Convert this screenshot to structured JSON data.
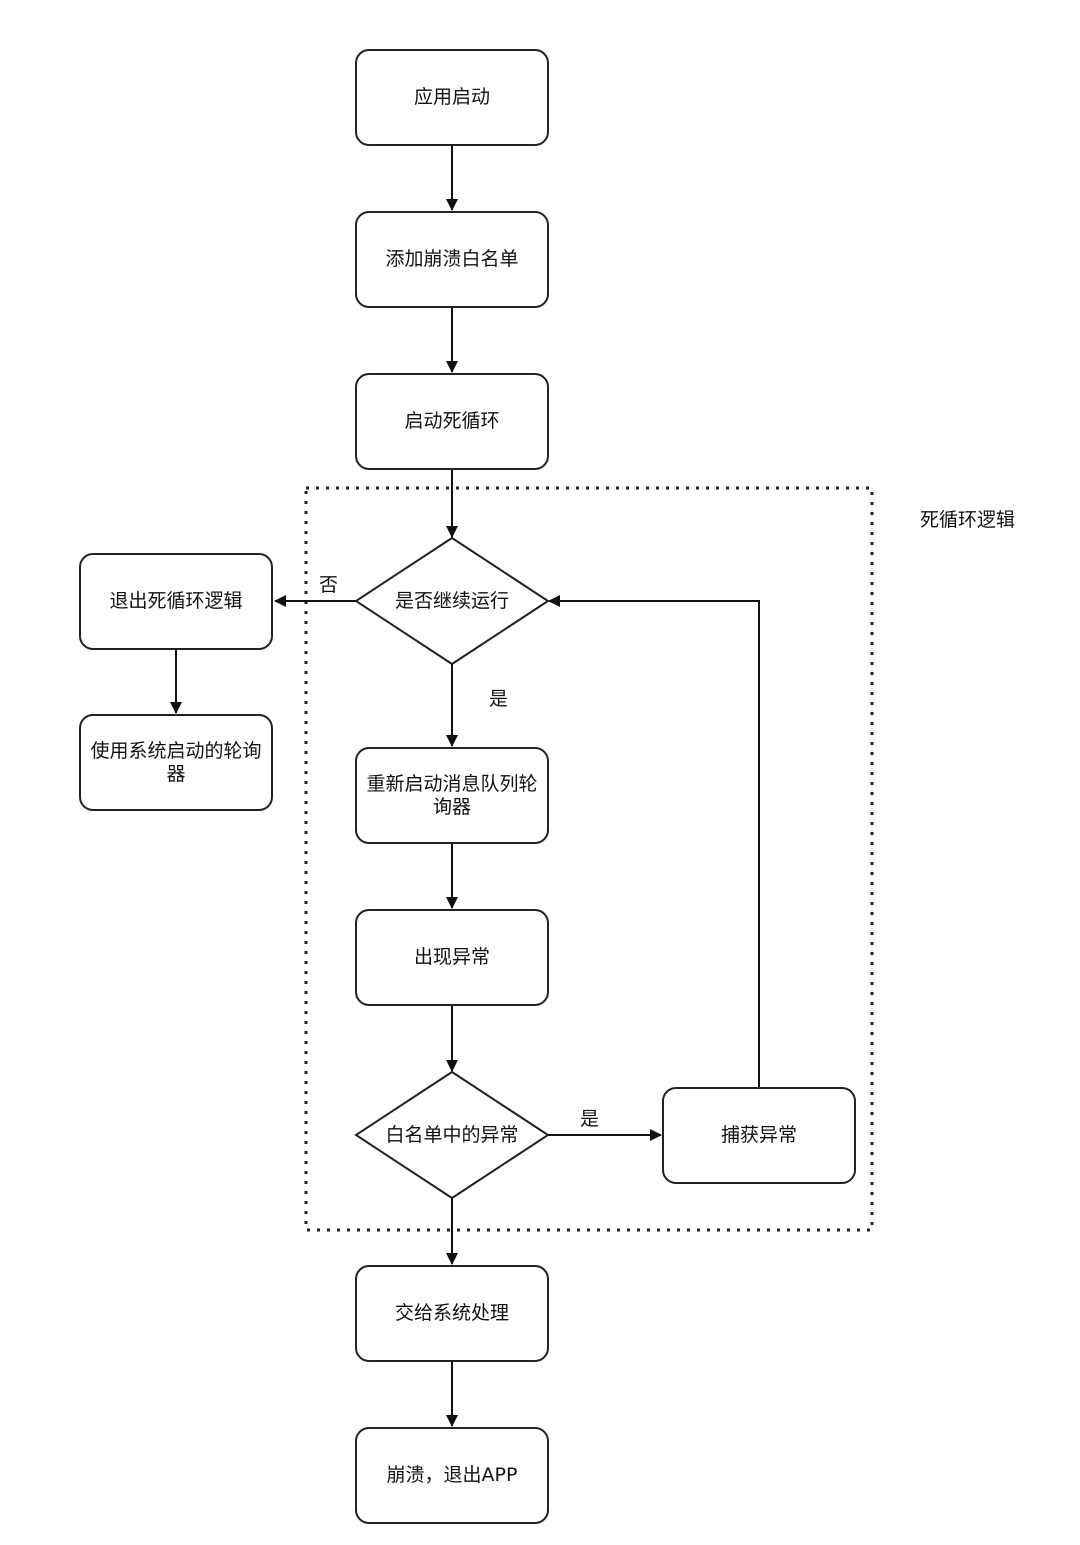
{
  "diagram": {
    "nodes": {
      "app_start": "应用启动",
      "add_whitelist": "添加崩溃白名单",
      "start_loop": "启动死循环",
      "continue_check": "是否继续运行",
      "exit_loop": "退出死循环逻辑",
      "use_system_looper": "使用系统启动的轮询器",
      "restart_looper": "重新启动消息队列轮询器",
      "exception_occurs": "出现异常",
      "in_whitelist": "白名单中的异常",
      "catch_exception": "捕获异常",
      "system_handle": "交给系统处理",
      "crash_exit": "崩溃，退出APP"
    },
    "edge_labels": {
      "no": "否",
      "yes_continue": "是",
      "yes_whitelist": "是"
    },
    "group_label": "死循环逻辑"
  }
}
